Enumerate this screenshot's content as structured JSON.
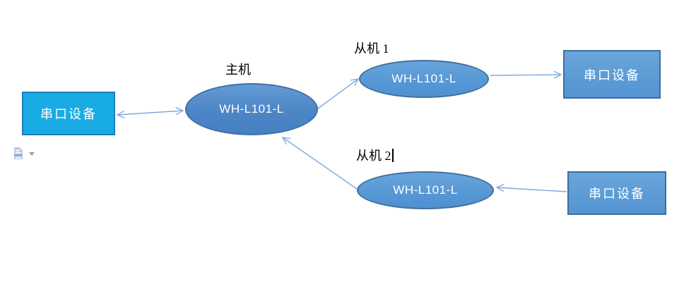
{
  "diagram": {
    "master": {
      "title": "主机",
      "label": "WH-L101-L"
    },
    "slave1": {
      "title": "从机 1",
      "label": "WH-L101-L"
    },
    "slave2": {
      "title": "从机 2",
      "label": "WH-L101-L"
    },
    "serial_left": {
      "label": "串口设备"
    },
    "serial_right_top": {
      "label": "串口设备"
    },
    "serial_right_bottom": {
      "label": "串口设备"
    },
    "icons": {
      "paste_options": "paste-options-document-icon",
      "paste_dropdown": "chevron-down-icon"
    },
    "colors": {
      "serial_left_fill": "#19ABE4",
      "serial_left_border": "#1E7CBD",
      "serial_right_fill": "#5B9BD5",
      "serial_right_border": "#3F6E9F",
      "master_fill": "#4D86C6",
      "master_border": "#3D6FA8",
      "slave_fill": "#5697D6",
      "slave_border": "#41719C",
      "arrow": "#7FA9DC",
      "shape_text": "#FFFFFF",
      "label_text": "#000000"
    }
  }
}
